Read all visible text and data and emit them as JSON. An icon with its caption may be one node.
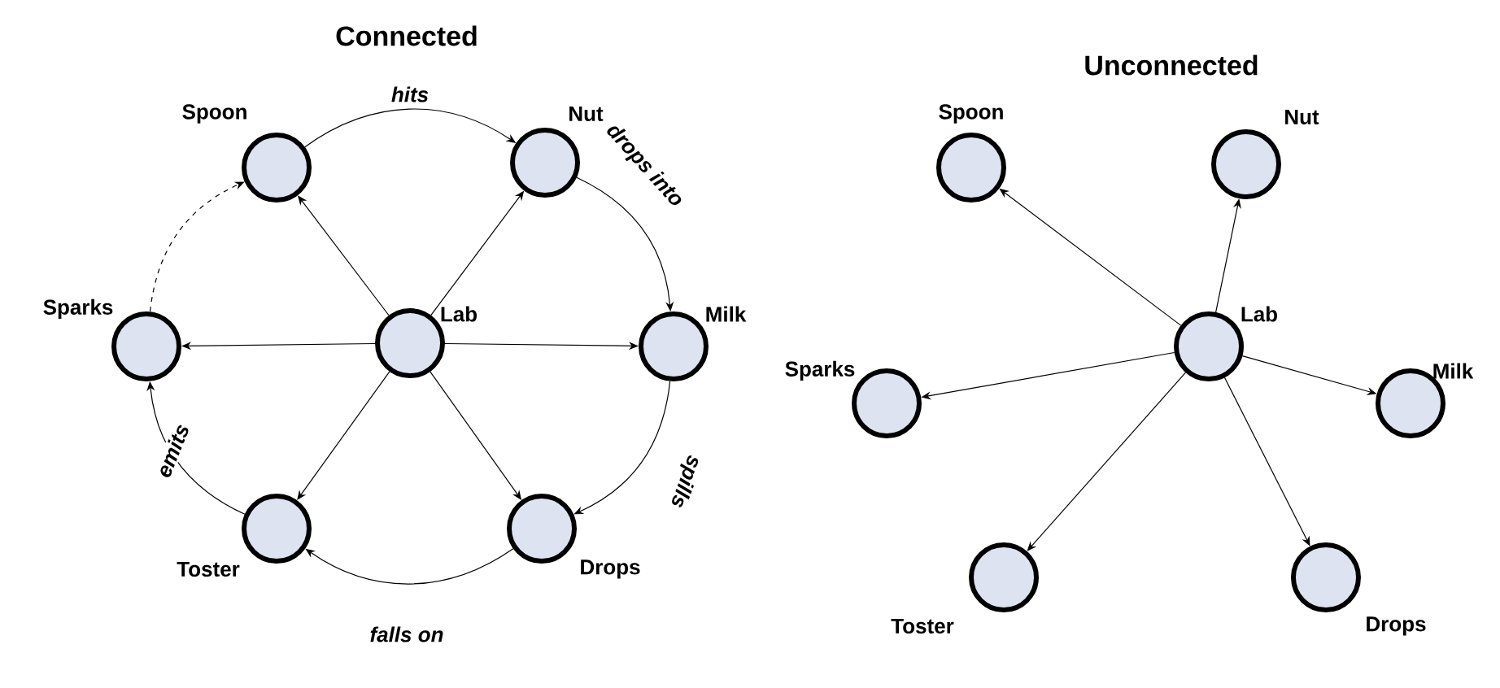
{
  "diagram": {
    "nodes": [
      {
        "text": [
          "Spoon"
        ]
      },
      {
        "text": [
          "Nut"
        ]
      },
      {
        "text": [
          "Sparks"
        ]
      },
      {
        "text": [
          "Lab"
        ]
      },
      {
        "text": [
          "Milk"
        ]
      },
      {
        "text": [
          "Toster"
        ]
      },
      {
        "text": [
          "Drops"
        ]
      },
      {
        "text": [
          "Spoon"
        ]
      },
      {
        "text": [
          "Nut"
        ]
      },
      {
        "text": [
          "Sparks"
        ]
      },
      {
        "text": [
          "Lab"
        ]
      },
      {
        "text": [
          "Milk"
        ]
      },
      {
        "text": [
          "Toster"
        ]
      },
      {
        "text": [
          "Drops"
        ]
      }
    ],
    "edges": [
      {
        "from": 3,
        "to": 0,
        "arrow": "to"
      },
      {
        "from": 3,
        "to": 1,
        "arrow": "to"
      },
      {
        "from": 3,
        "to": 2,
        "arrow": "to"
      },
      {
        "from": 3,
        "to": 4,
        "arrow": "to"
      },
      {
        "from": 3,
        "to": 5,
        "arrow": "to"
      },
      {
        "from": 3,
        "to": 6,
        "arrow": "to"
      },
      {
        "from": 0,
        "to": 1,
        "arrow": "to",
        "label": "hits"
      },
      {
        "from": 1,
        "to": 4,
        "arrow": "to",
        "label": "drops into"
      },
      {
        "from": 4,
        "to": 6,
        "arrow": "to",
        "label": "spills"
      },
      {
        "from": 6,
        "to": 5,
        "arrow": "to",
        "label": "falls on"
      },
      {
        "from": 5,
        "to": 2,
        "arrow": "to",
        "label": "emits"
      },
      {
        "from": 2,
        "to": 0,
        "arrow": "to",
        "style": "dashed"
      },
      {
        "from": 10,
        "to": 7,
        "arrow": "to"
      },
      {
        "from": 10,
        "to": 8,
        "arrow": "to"
      },
      {
        "from": 10,
        "to": 9,
        "arrow": "to"
      },
      {
        "from": 10,
        "to": 11,
        "arrow": "to"
      },
      {
        "from": 10,
        "to": 12,
        "arrow": "to"
      },
      {
        "from": 10,
        "to": 13,
        "arrow": "to"
      }
    ],
    "labels": [
      "Connected",
      "Unconnected"
    ]
  }
}
